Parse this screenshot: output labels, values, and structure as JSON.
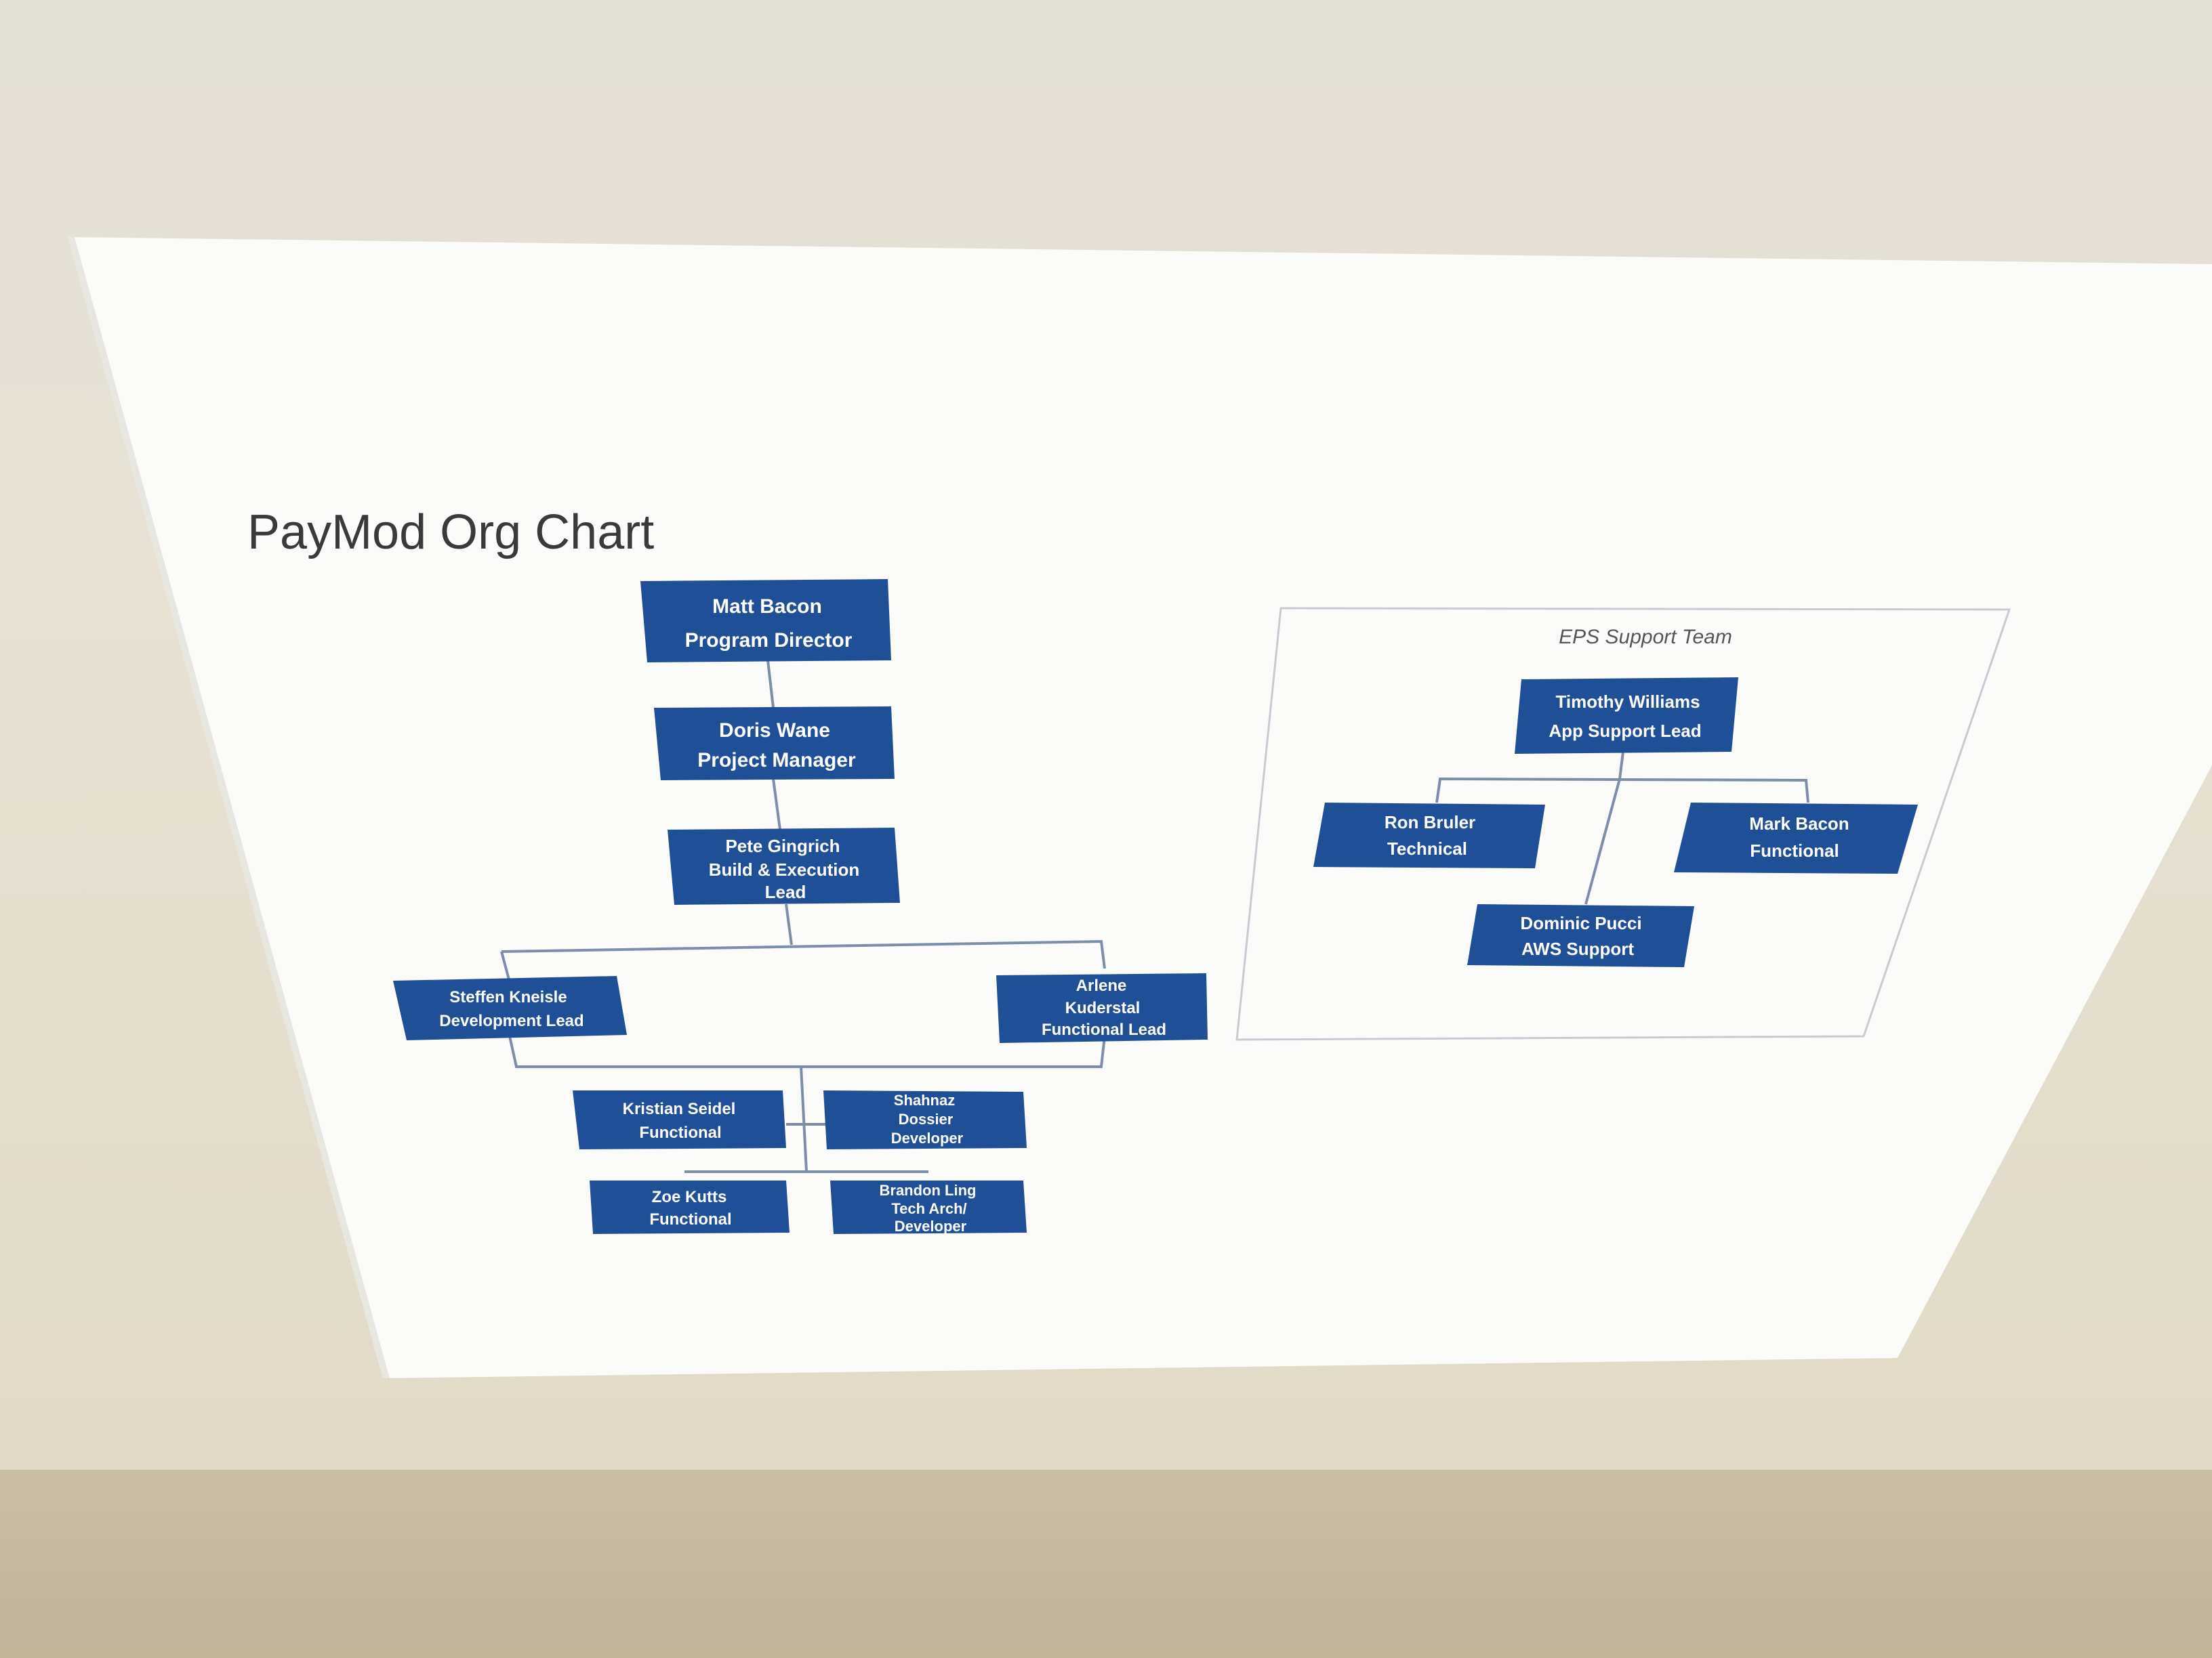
{
  "document": {
    "title": "PayMod Org Chart"
  },
  "org_chart": {
    "program_director": {
      "name": "Matt Bacon",
      "role": "Program Director"
    },
    "project_manager": {
      "name": "Doris Wane",
      "role": "Project Manager"
    },
    "build_lead": {
      "name": "Pete Gingrich",
      "role": "Build & Execution",
      "role2": "Lead"
    },
    "development_lead": {
      "name": "Steffen Kneisle",
      "role": "Development Lead"
    },
    "functional_lead": {
      "name": "Arlene",
      "role": "Kuderstal",
      "role2": "Functional Lead"
    },
    "team": [
      {
        "name": "Kristian Seidel",
        "role": "Functional"
      },
      {
        "name": "Shahnaz",
        "role": "Dossier",
        "role2": "Developer"
      },
      {
        "name": "Zoe Kutts",
        "role": "Functional"
      },
      {
        "name": "Brandon Ling",
        "role": "Tech Arch/",
        "role2": "Developer"
      }
    ]
  },
  "eps_team": {
    "label": "EPS Support Team",
    "lead": {
      "name": "Timothy Williams",
      "role": "App Support Lead"
    },
    "members": [
      {
        "name": "Ron Bruler",
        "role": "Technical"
      },
      {
        "name": "Mark Bacon",
        "role": "Functional"
      },
      {
        "name": "Dominic Pucci",
        "role": "AWS Support"
      }
    ]
  }
}
